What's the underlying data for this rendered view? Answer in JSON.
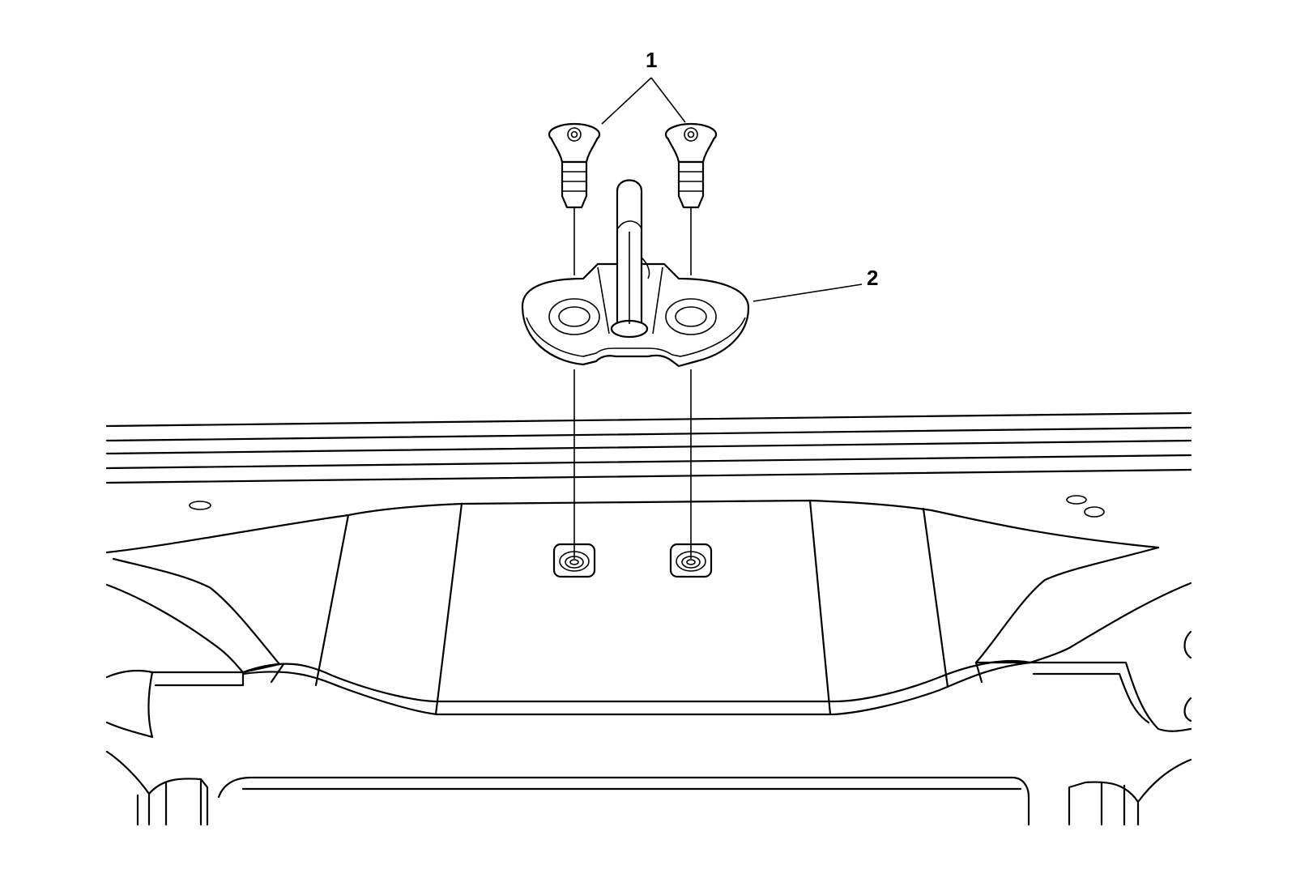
{
  "callouts": [
    {
      "label": "1",
      "target": "fasteners"
    },
    {
      "label": "2",
      "target": "striker"
    }
  ],
  "colors": {
    "line": "#000000",
    "background": "#ffffff"
  }
}
